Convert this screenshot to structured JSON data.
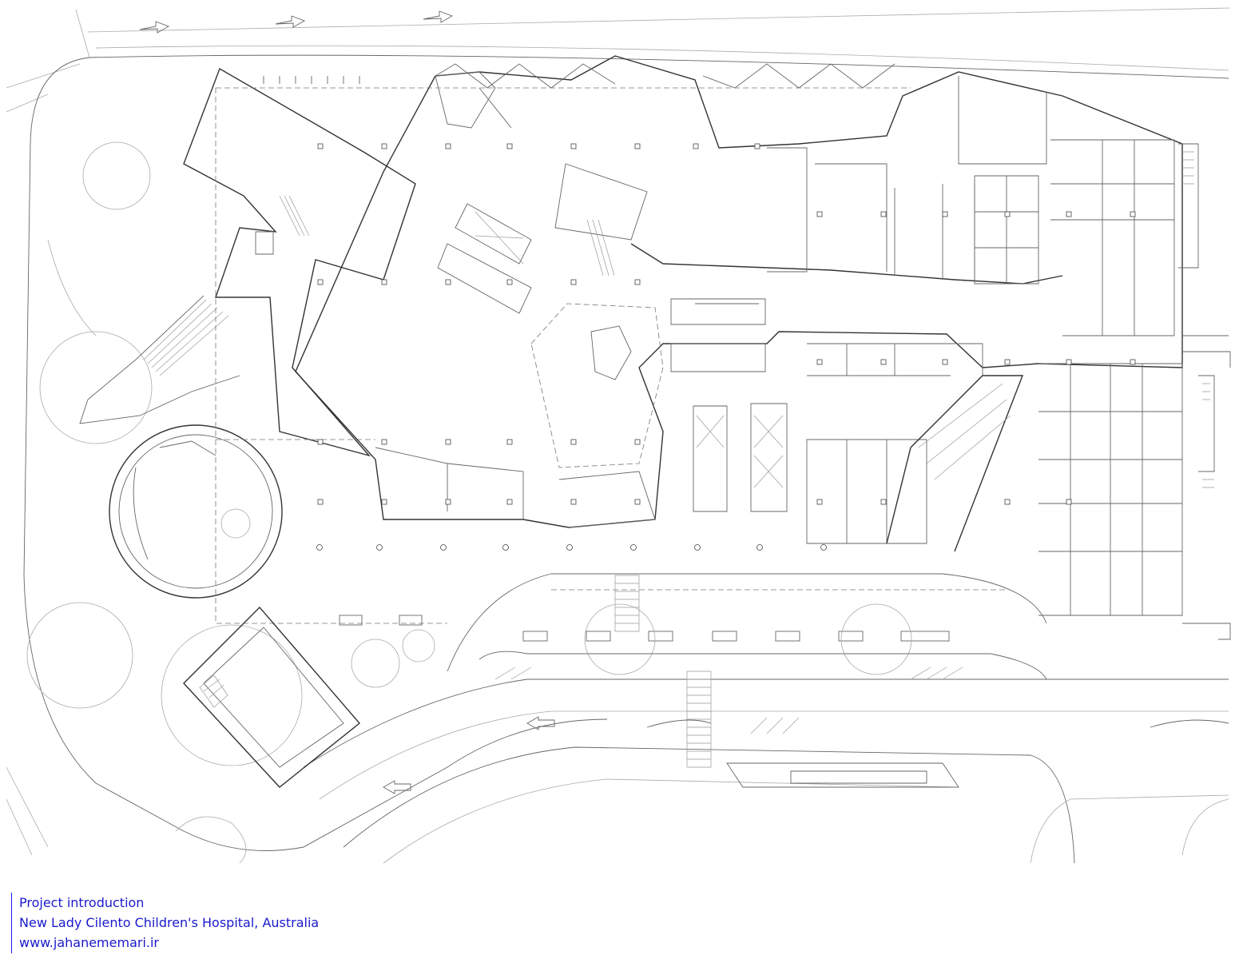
{
  "caption": {
    "line1": "Project introduction",
    "line2": "New Lady Cilento Children's Hospital, Australia",
    "line3": "www.jahanememari.ir"
  },
  "colors": {
    "caption_text": "#1a1acc",
    "caption_rule": "#1a1aff",
    "linework": "#333333",
    "background": "#ffffff"
  }
}
